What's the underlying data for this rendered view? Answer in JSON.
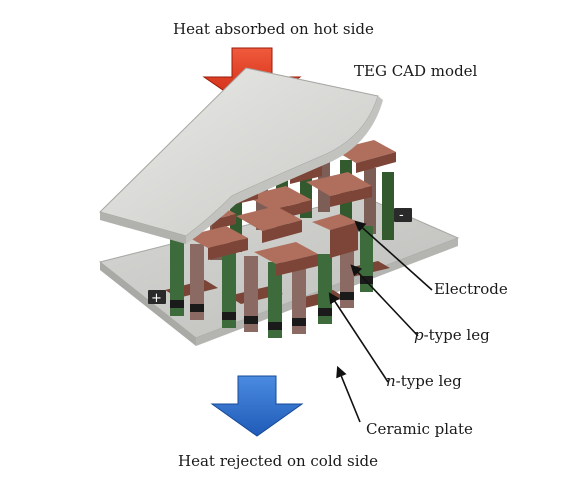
{
  "labels": {
    "heat_hot": "Heat absorbed on hot side",
    "heat_cold": "Heat rejected on cold side",
    "model": "TEG CAD model",
    "electrode": "Electrode",
    "p_prefix": "p",
    "p_suffix": "-type leg",
    "n_prefix": "n",
    "n_suffix": "-type leg",
    "ceramic": "Ceramic plate",
    "minus_terminal": "-",
    "plus_terminal": "+"
  },
  "colors": {
    "hot_arrow": "#e5331c",
    "cold_arrow": "#2f73d1",
    "ceramic": "#d8d9d6",
    "electrode": "#9a5b4b",
    "p_leg": "#3e6b3c",
    "n_leg": "#8a6a62"
  }
}
